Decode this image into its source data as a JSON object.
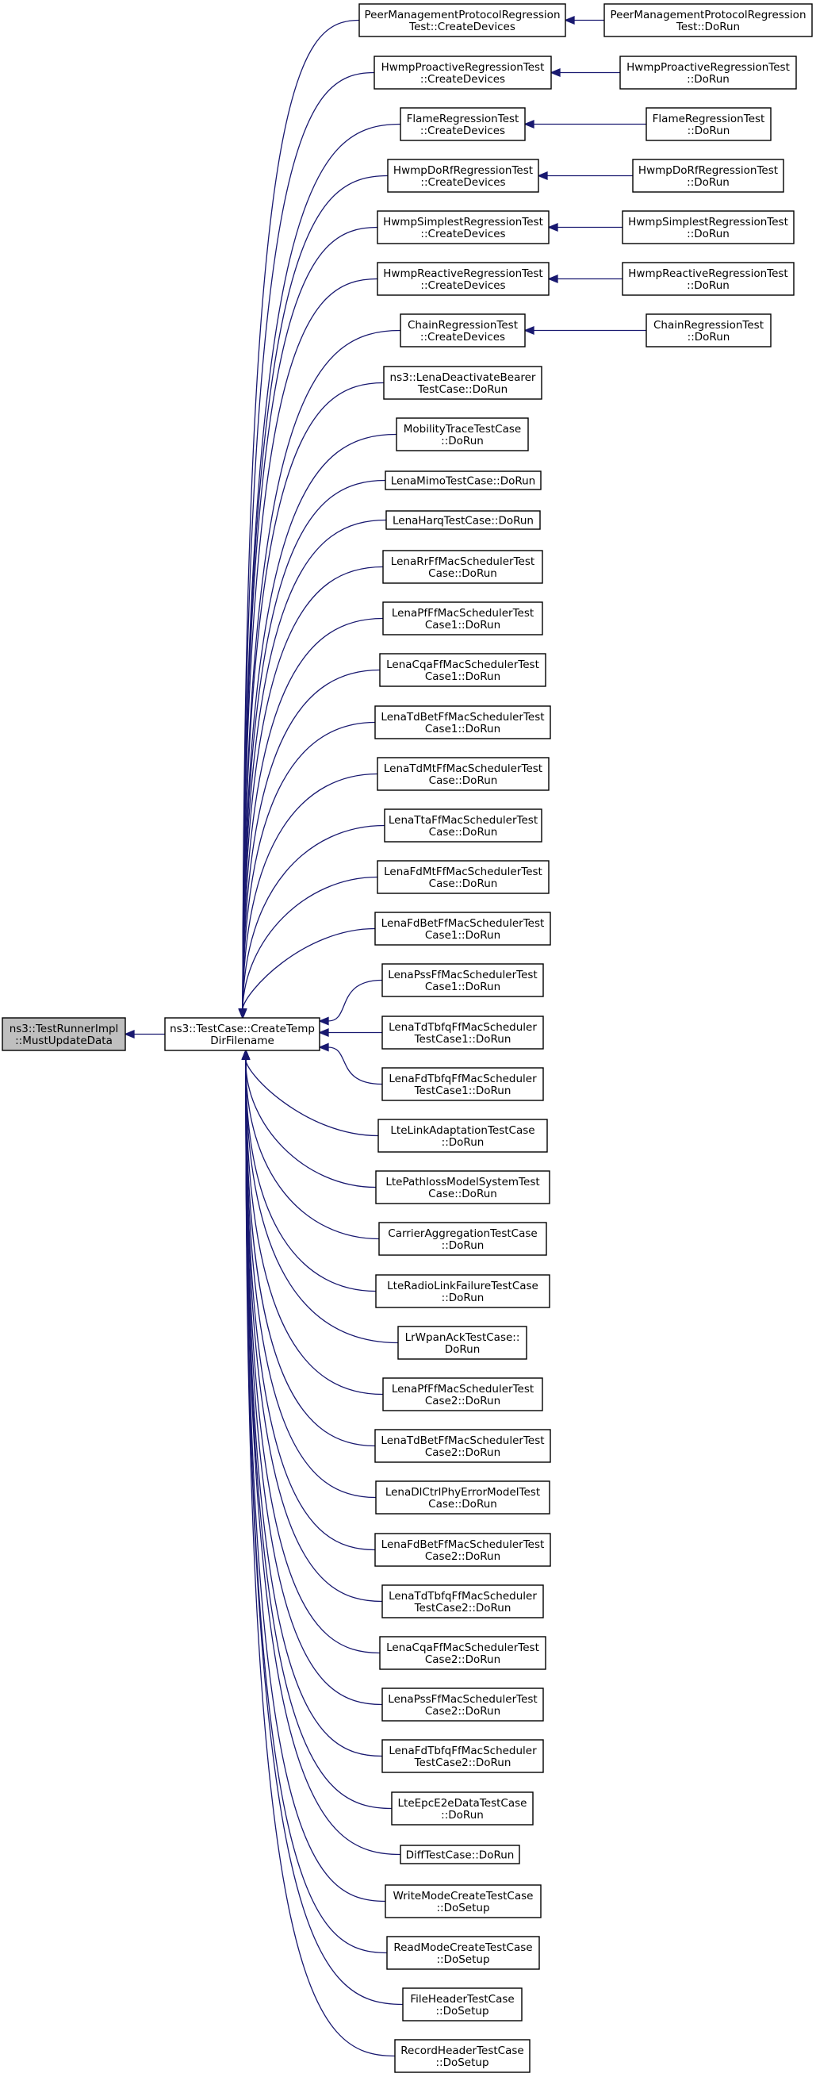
{
  "root": {
    "id": "root",
    "lines": [
      "ns3::TestRunnerImpl",
      "::MustUpdateData"
    ]
  },
  "hub": {
    "id": "hub",
    "lines": [
      "ns3::TestCase::CreateTemp",
      "DirFilename"
    ]
  },
  "callers": [
    {
      "id": "c01",
      "lines": [
        "PeerManagementProtocolRegression",
        "Test::CreateDevices"
      ],
      "caller": {
        "id": "d01",
        "lines": [
          "PeerManagementProtocolRegression",
          "Test::DoRun"
        ]
      }
    },
    {
      "id": "c02",
      "lines": [
        "HwmpProactiveRegressionTest",
        "::CreateDevices"
      ],
      "caller": {
        "id": "d02",
        "lines": [
          "HwmpProactiveRegressionTest",
          "::DoRun"
        ]
      }
    },
    {
      "id": "c03",
      "lines": [
        "FlameRegressionTest",
        "::CreateDevices"
      ],
      "caller": {
        "id": "d03",
        "lines": [
          "FlameRegressionTest",
          "::DoRun"
        ]
      }
    },
    {
      "id": "c04",
      "lines": [
        "HwmpDoRfRegressionTest",
        "::CreateDevices"
      ],
      "caller": {
        "id": "d04",
        "lines": [
          "HwmpDoRfRegressionTest",
          "::DoRun"
        ]
      }
    },
    {
      "id": "c05",
      "lines": [
        "HwmpSimplestRegressionTest",
        "::CreateDevices"
      ],
      "caller": {
        "id": "d05",
        "lines": [
          "HwmpSimplestRegressionTest",
          "::DoRun"
        ]
      }
    },
    {
      "id": "c06",
      "lines": [
        "HwmpReactiveRegressionTest",
        "::CreateDevices"
      ],
      "caller": {
        "id": "d06",
        "lines": [
          "HwmpReactiveRegressionTest",
          "::DoRun"
        ]
      }
    },
    {
      "id": "c07",
      "lines": [
        "ChainRegressionTest",
        "::CreateDevices"
      ],
      "caller": {
        "id": "d07",
        "lines": [
          "ChainRegressionTest",
          "::DoRun"
        ]
      }
    },
    {
      "id": "c08",
      "lines": [
        "ns3::LenaDeactivateBearer",
        "TestCase::DoRun"
      ]
    },
    {
      "id": "c09",
      "lines": [
        "MobilityTraceTestCase",
        "::DoRun"
      ]
    },
    {
      "id": "c10",
      "lines": [
        "LenaMimoTestCase::DoRun"
      ]
    },
    {
      "id": "c11",
      "lines": [
        "LenaHarqTestCase::DoRun"
      ]
    },
    {
      "id": "c12",
      "lines": [
        "LenaRrFfMacSchedulerTest",
        "Case::DoRun"
      ]
    },
    {
      "id": "c13",
      "lines": [
        "LenaPfFfMacSchedulerTest",
        "Case1::DoRun"
      ]
    },
    {
      "id": "c14",
      "lines": [
        "LenaCqaFfMacSchedulerTest",
        "Case1::DoRun"
      ]
    },
    {
      "id": "c15",
      "lines": [
        "LenaTdBetFfMacSchedulerTest",
        "Case1::DoRun"
      ]
    },
    {
      "id": "c16",
      "lines": [
        "LenaTdMtFfMacSchedulerTest",
        "Case::DoRun"
      ]
    },
    {
      "id": "c17",
      "lines": [
        "LenaTtaFfMacSchedulerTest",
        "Case::DoRun"
      ]
    },
    {
      "id": "c18",
      "lines": [
        "LenaFdMtFfMacSchedulerTest",
        "Case::DoRun"
      ]
    },
    {
      "id": "c19",
      "lines": [
        "LenaFdBetFfMacSchedulerTest",
        "Case1::DoRun"
      ]
    },
    {
      "id": "c20",
      "lines": [
        "LenaPssFfMacSchedulerTest",
        "Case1::DoRun"
      ]
    },
    {
      "id": "c21",
      "lines": [
        "LenaTdTbfqFfMacScheduler",
        "TestCase1::DoRun"
      ]
    },
    {
      "id": "c22",
      "lines": [
        "LenaFdTbfqFfMacScheduler",
        "TestCase1::DoRun"
      ]
    },
    {
      "id": "c23",
      "lines": [
        "LteLinkAdaptationTestCase",
        "::DoRun"
      ]
    },
    {
      "id": "c24",
      "lines": [
        "LtePathlossModelSystemTest",
        "Case::DoRun"
      ]
    },
    {
      "id": "c25",
      "lines": [
        "CarrierAggregationTestCase",
        "::DoRun"
      ]
    },
    {
      "id": "c26",
      "lines": [
        "LteRadioLinkFailureTestCase",
        "::DoRun"
      ]
    },
    {
      "id": "c27",
      "lines": [
        "LrWpanAckTestCase::",
        "DoRun"
      ]
    },
    {
      "id": "c28",
      "lines": [
        "LenaPfFfMacSchedulerTest",
        "Case2::DoRun"
      ]
    },
    {
      "id": "c29",
      "lines": [
        "LenaTdBetFfMacSchedulerTest",
        "Case2::DoRun"
      ]
    },
    {
      "id": "c30",
      "lines": [
        "LenaDlCtrlPhyErrorModelTest",
        "Case::DoRun"
      ]
    },
    {
      "id": "c31",
      "lines": [
        "LenaFdBetFfMacSchedulerTest",
        "Case2::DoRun"
      ]
    },
    {
      "id": "c32",
      "lines": [
        "LenaTdTbfqFfMacScheduler",
        "TestCase2::DoRun"
      ]
    },
    {
      "id": "c33",
      "lines": [
        "LenaCqaFfMacSchedulerTest",
        "Case2::DoRun"
      ]
    },
    {
      "id": "c34",
      "lines": [
        "LenaPssFfMacSchedulerTest",
        "Case2::DoRun"
      ]
    },
    {
      "id": "c35",
      "lines": [
        "LenaFdTbfqFfMacScheduler",
        "TestCase2::DoRun"
      ]
    },
    {
      "id": "c36",
      "lines": [
        "LteEpcE2eDataTestCase",
        "::DoRun"
      ]
    },
    {
      "id": "c37",
      "lines": [
        "DiffTestCase::DoRun"
      ]
    },
    {
      "id": "c38",
      "lines": [
        "WriteModeCreateTestCase",
        "::DoSetup"
      ]
    },
    {
      "id": "c39",
      "lines": [
        "ReadModeCreateTestCase",
        "::DoSetup"
      ]
    },
    {
      "id": "c40",
      "lines": [
        "FileHeaderTestCase",
        "::DoSetup"
      ]
    },
    {
      "id": "c41",
      "lines": [
        "RecordHeaderTestCase",
        "::DoSetup"
      ]
    }
  ],
  "colors": {
    "edge": "#191970",
    "root_fill": "#bfbfbf",
    "node_fill": "#ffffff",
    "node_border": "#000000"
  }
}
